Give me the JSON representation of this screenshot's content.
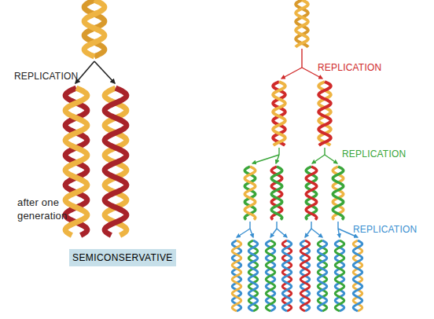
{
  "diagram": {
    "nodes": [
      {
        "text": [
          "SEMICONSERVATIVE"
        ]
      }
    ],
    "labels": [
      "REPLICATION",
      "after one generation",
      "REPLICATION",
      "REPLICATION",
      "REPLICATION"
    ]
  }
}
